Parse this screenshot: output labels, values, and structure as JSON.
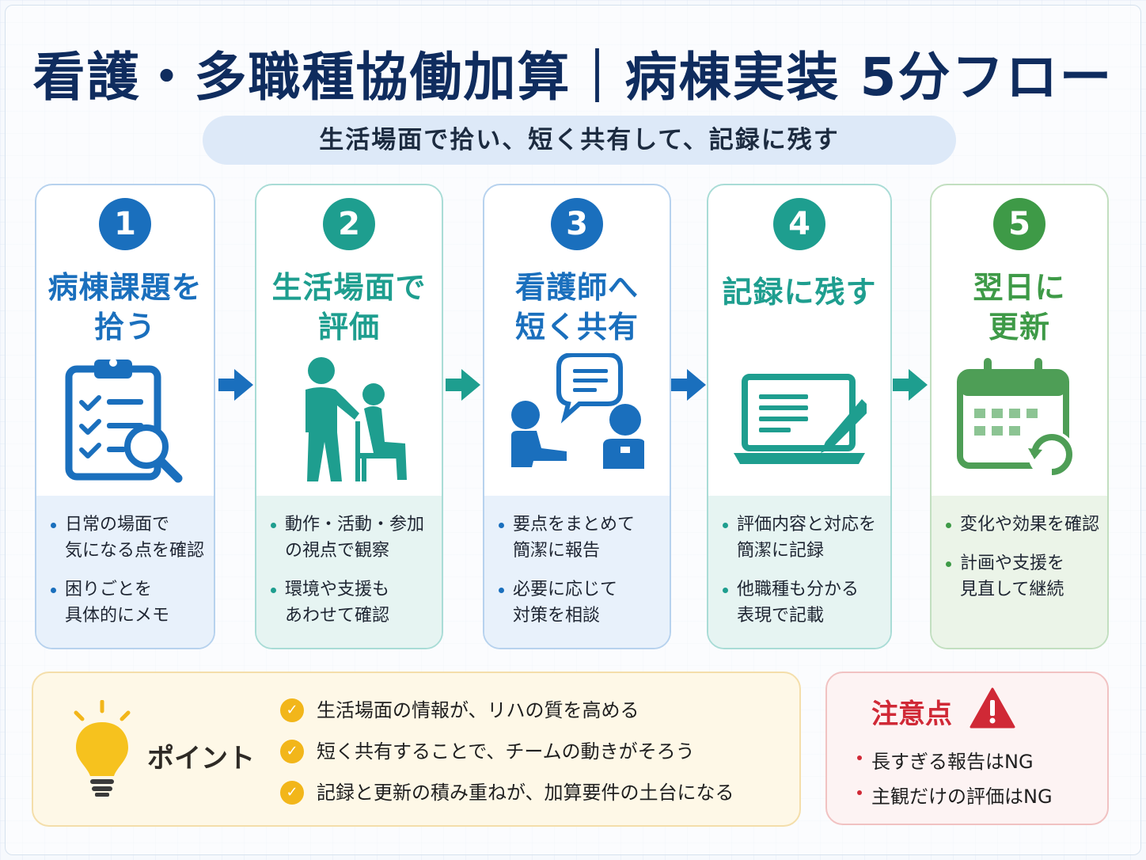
{
  "title": "看護・多職種協働加算｜病棟実装 5分フロー",
  "subtitle": "生活場面で拾い、短く共有して、記録に残す",
  "steps": [
    {
      "number": "1",
      "title_line1": "病棟課題を",
      "title_line2": "拾う",
      "icon": "clipboard-search-icon",
      "color": "#1a6fbd",
      "bullets": [
        "日常の場面で\n気になる点を確認",
        "困りごとを\n具体的にメモ"
      ]
    },
    {
      "number": "2",
      "title_line1": "生活場面で",
      "title_line2": "評価",
      "icon": "caregiver-assisting-seated-person-icon",
      "color": "#1e9e8f",
      "bullets": [
        "動作・活動・参加\nの視点で観察",
        "環境や支援も\nあわせて確認"
      ]
    },
    {
      "number": "3",
      "title_line1": "看護師へ",
      "title_line2": "短く共有",
      "icon": "two-people-conversation-icon",
      "color": "#1a6fbd",
      "bullets": [
        "要点をまとめて\n簡潔に報告",
        "必要に応じて\n対策を相談"
      ]
    },
    {
      "number": "4",
      "title_line1": "記録に残す",
      "title_line2": "",
      "icon": "laptop-with-pen-icon",
      "color": "#1e9e8f",
      "bullets": [
        "評価内容と対応を\n簡潔に記録",
        "他職種も分かる\n表現で記載"
      ]
    },
    {
      "number": "5",
      "title_line1": "翌日に",
      "title_line2": "更新",
      "icon": "calendar-refresh-icon",
      "color": "#3e9a47",
      "bullets": [
        "変化や効果を確認",
        "計画や支援を\n見直して継続"
      ]
    }
  ],
  "point": {
    "label": "ポイント",
    "icon": "lightbulb-icon",
    "items": [
      "生活場面の情報が、リハの質を高める",
      "短く共有することで、チームの動きがそろう",
      "記録と更新の積み重ねが、加算要件の土台になる"
    ]
  },
  "caution": {
    "title": "注意点",
    "icon": "warning-triangle-icon",
    "items": [
      "長すぎる報告はNG",
      "主観だけの評価はNG"
    ]
  }
}
